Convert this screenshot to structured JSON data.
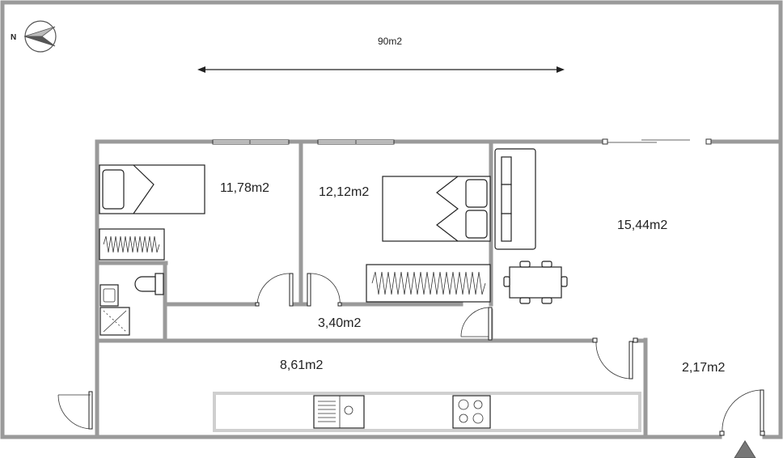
{
  "compass": {
    "label": "N"
  },
  "total_area": {
    "label": "90m2"
  },
  "rooms": [
    {
      "id": "bedroom-1",
      "area": "11,78m2"
    },
    {
      "id": "bedroom-2",
      "area": "12,12m2"
    },
    {
      "id": "living-room",
      "area": "15,44m2"
    },
    {
      "id": "hallway",
      "area": "3,40m2"
    },
    {
      "id": "kitchen",
      "area": "8,61m2"
    },
    {
      "id": "entrance",
      "area": "2,17m2"
    }
  ]
}
